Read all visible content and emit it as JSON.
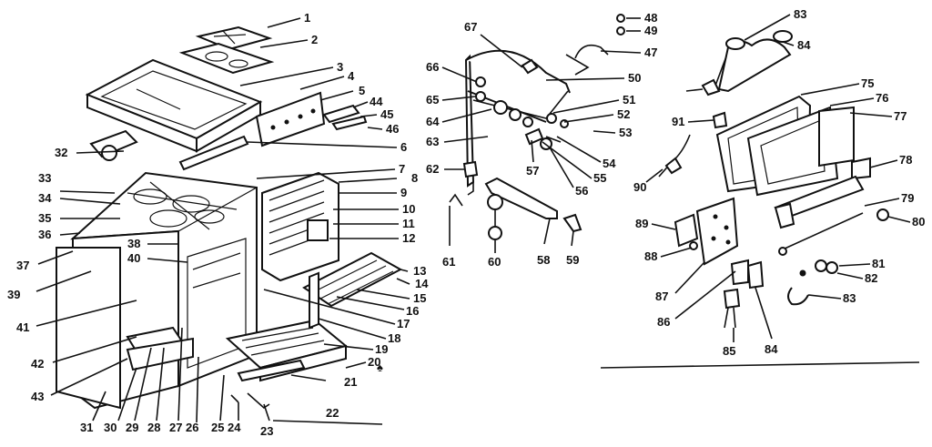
{
  "labels": [
    "1",
    "2",
    "3",
    "4",
    "5",
    "6",
    "7",
    "8",
    "9",
    "10",
    "11",
    "12",
    "13",
    "14",
    "15",
    "16",
    "17",
    "18",
    "19",
    "20",
    "21",
    "22",
    "23",
    "24",
    "25",
    "26",
    "27",
    "28",
    "29",
    "30",
    "31",
    "32",
    "33",
    "34",
    "35",
    "36",
    "37",
    "38",
    "39",
    "40",
    "41",
    "42",
    "43",
    "44",
    "45",
    "46",
    "47",
    "48",
    "49",
    "50",
    "51",
    "52",
    "53",
    "54",
    "55",
    "56",
    "57",
    "58",
    "59",
    "60",
    "61",
    "62",
    "63",
    "64",
    "65",
    "66",
    "67",
    "75",
    "76",
    "77",
    "78",
    "79",
    "80",
    "81",
    "82",
    "83",
    "84",
    "85",
    "86",
    "87",
    "88",
    "89",
    "90",
    "91"
  ]
}
